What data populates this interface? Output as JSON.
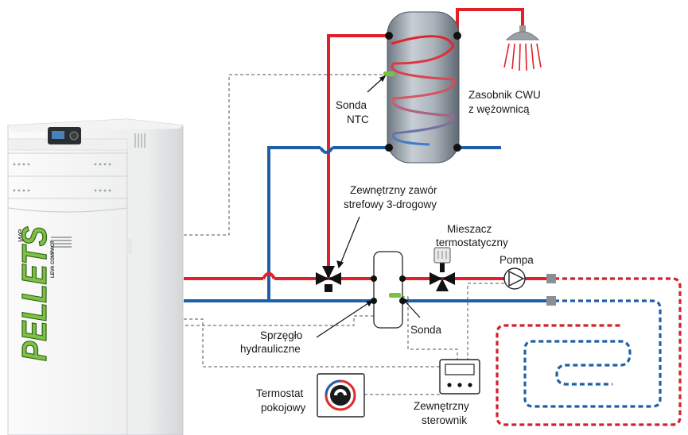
{
  "labels": {
    "tank_line1": "Zasobnik CWU",
    "tank_line2": "z wężownicą",
    "ntc_line1": "Sonda",
    "ntc_line2": "NTC",
    "valve_line1": "Zewnętrzny zawór",
    "valve_line2": "strefowy 3-drogowy",
    "mixer_line1": "Mieszacz",
    "mixer_line2": "termostatyczny",
    "pump": "Pompa",
    "probe": "Sonda",
    "coupler_line1": "Sprzęgło",
    "coupler_line2": "hydrauliczne",
    "thermostat_line1": "Termostat",
    "thermostat_line2": "pokojowy",
    "controller_line1": "Zewnętrzny",
    "controller_line2": "sterownik"
  },
  "boiler_brand": {
    "prefix": "we",
    "name": "PELLETS",
    "model": "LEVA COMPACT"
  },
  "colors": {
    "hot_pipe": "#e2202a",
    "cold_pipe": "#1f5fa8",
    "tank": "#8f99a3",
    "probe": "#7ac143",
    "wire": "#555555",
    "floor_hot": "#d4202a",
    "floor_cold": "#1f5fa8"
  }
}
